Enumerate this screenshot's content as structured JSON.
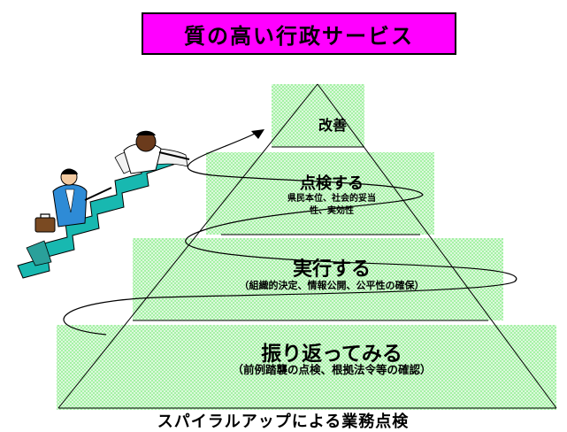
{
  "title": "質の高い行政サービス",
  "colors": {
    "title_bg": "#ff00ff",
    "level_fill": "#9ef09e",
    "level_hatch": "#ffffff",
    "outline": "#000000"
  },
  "levels": [
    {
      "name": "振り返ってみる",
      "desc": "（前例踏襲の点検、根拠法令等の確認）"
    },
    {
      "name": "実行する",
      "desc": "（組織的決定、情報公開、公平性の確保）"
    },
    {
      "name": "点検する",
      "desc_lines": [
        "県民本位、社会的妥当",
        "性、実効性"
      ]
    },
    {
      "name": "改善"
    }
  ],
  "caption": "スパイラルアップによる業務点検",
  "illustration": "businessmen-climbing-stairs"
}
